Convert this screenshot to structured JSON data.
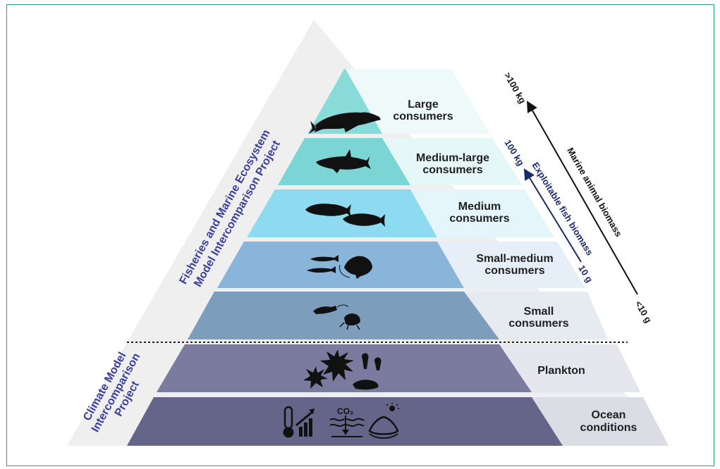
{
  "tiers": [
    {
      "line1": "Large",
      "line2": "consumers",
      "icon": "whale-icon"
    },
    {
      "line1": "Medium-large",
      "line2": "consumers",
      "icon": "shark-icon"
    },
    {
      "line1": "Medium",
      "line2": "consumers",
      "icon": "flatfish-icon"
    },
    {
      "line1": "Small-medium",
      "line2": "consumers",
      "icon": "small-fish-shrimp-icon"
    },
    {
      "line1": "Small",
      "line2": "consumers",
      "icon": "krill-crab-icon"
    },
    {
      "line1": "Plankton",
      "line2": "",
      "icon": "plankton-icon"
    },
    {
      "line1": "Ocean",
      "line2": "conditions",
      "icon": "ocean-conditions-icon"
    }
  ],
  "side_labels": {
    "fish_mip_line1": "Fisheries and Marine Ecosystem",
    "fish_mip_line2": "Model Intercomparison Project",
    "cmip_line1": "Climate Model",
    "cmip_line2": "Intercomparison",
    "cmip_line3": "Project"
  },
  "scales": {
    "marine_biomass": {
      "label": "Marine animal biomass",
      "top": ">100 kg",
      "bottom": "<10 g"
    },
    "fish_biomass": {
      "label": "Exploitable fish biomass",
      "top": "100 kg",
      "bottom": "10 g"
    }
  },
  "ocean_icon_text": "CO₂",
  "colors": {
    "border": "#2a9d8a",
    "big_triangle": "#efefef",
    "tier_fills": [
      "#88dbd8",
      "#7ad5d4",
      "#8edaf0",
      "#8ab5db",
      "#7d9dbd",
      "#7b7ba0",
      "#65658a"
    ],
    "label_fills": [
      "#eef9fa",
      "#e6f7f8",
      "#e4f5fb",
      "#e6eff8",
      "#e6ebf1",
      "#e6e6ee",
      "#dcdce4"
    ],
    "fish_arrow": "#1b2a6b",
    "marine_arrow": "#111111"
  }
}
